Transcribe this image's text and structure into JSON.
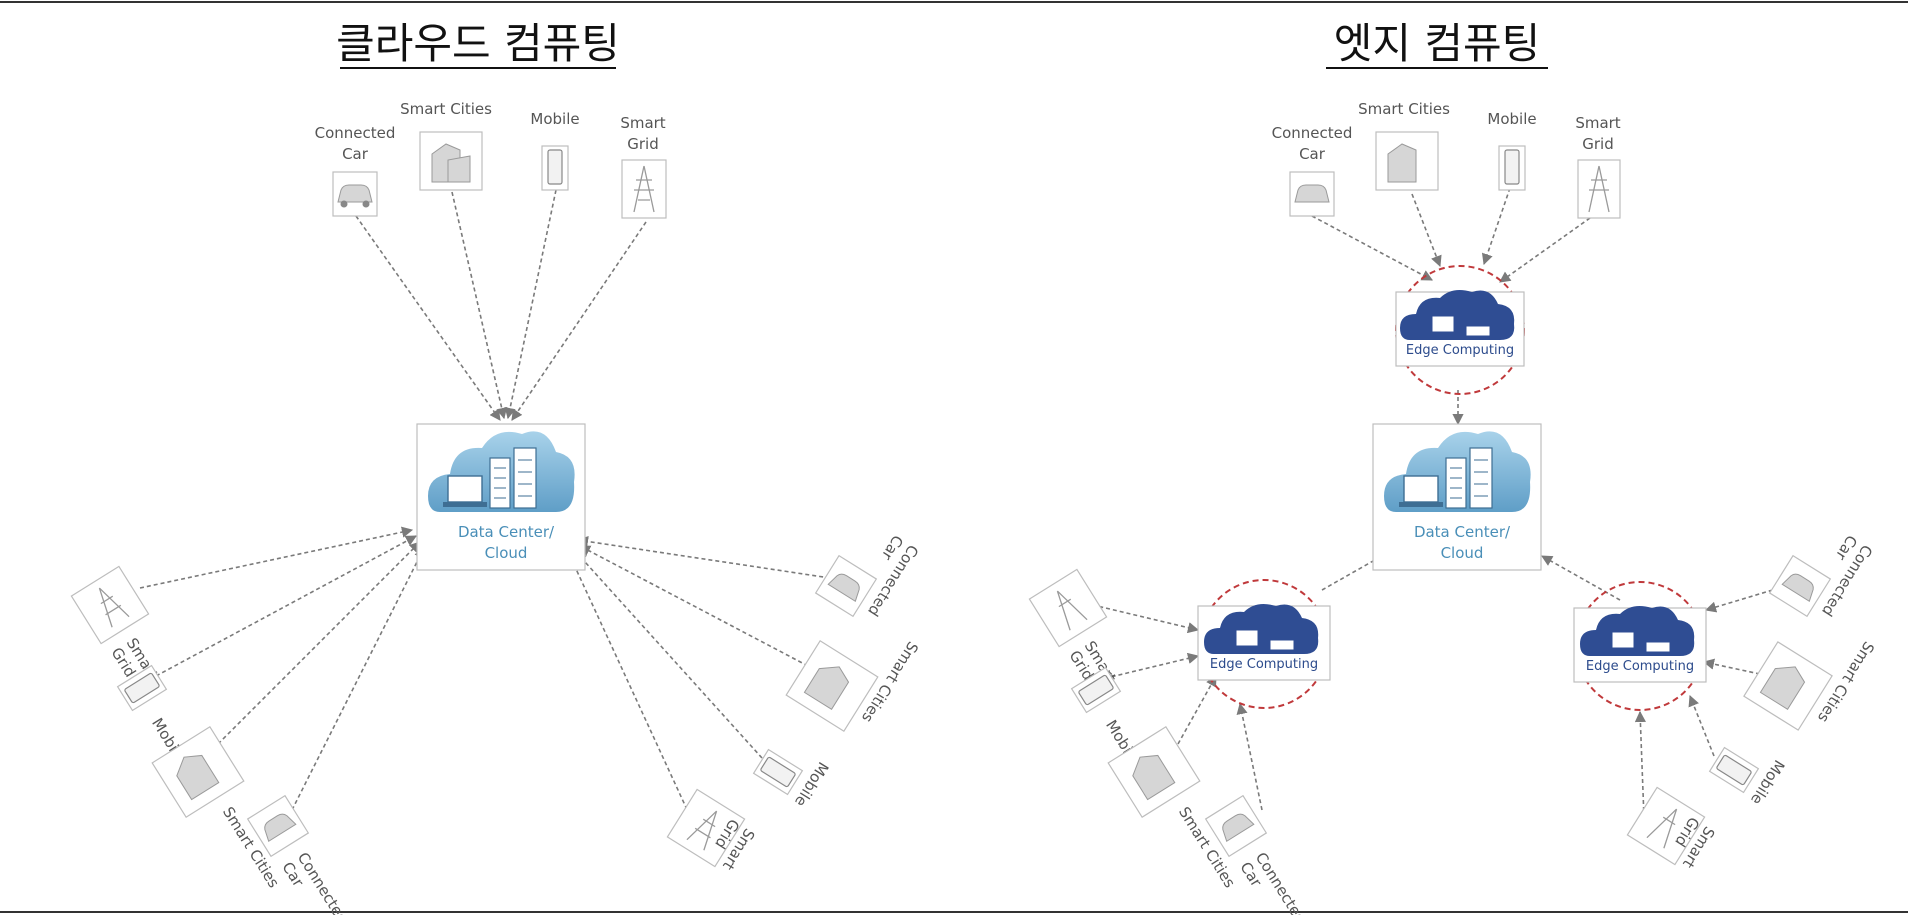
{
  "panels": [
    {
      "id": "cloud",
      "title": "클라우드 컴퓨팅"
    },
    {
      "id": "edge",
      "title": "엣지 컴퓨팅"
    }
  ],
  "labels": {
    "connected_car": [
      "Connected",
      "Car"
    ],
    "smart_cities": [
      "Smart Cities"
    ],
    "mobile": [
      "Mobile"
    ],
    "smart_grid": [
      "Smart",
      "Grid"
    ],
    "data_center": [
      "Data Center/",
      "Cloud"
    ],
    "edge_computing": "Edge Computing"
  },
  "icons": {
    "connected_car": "car-icon",
    "smart_cities": "city-buildings-icon",
    "mobile": "mobile-phone-icon",
    "smart_grid": "power-tower-icon",
    "data_center": "cloud-datacenter-icon",
    "edge_computing": "edge-cloud-icon"
  },
  "colors": {
    "line": "#7a7a7a",
    "dc_cloud": "#7fb8d9",
    "dc_text": "#4a8fb8",
    "edge_cloud": "#2f4d93",
    "edge_text": "#2c4b8c",
    "edge_ring": "#c0393b"
  }
}
